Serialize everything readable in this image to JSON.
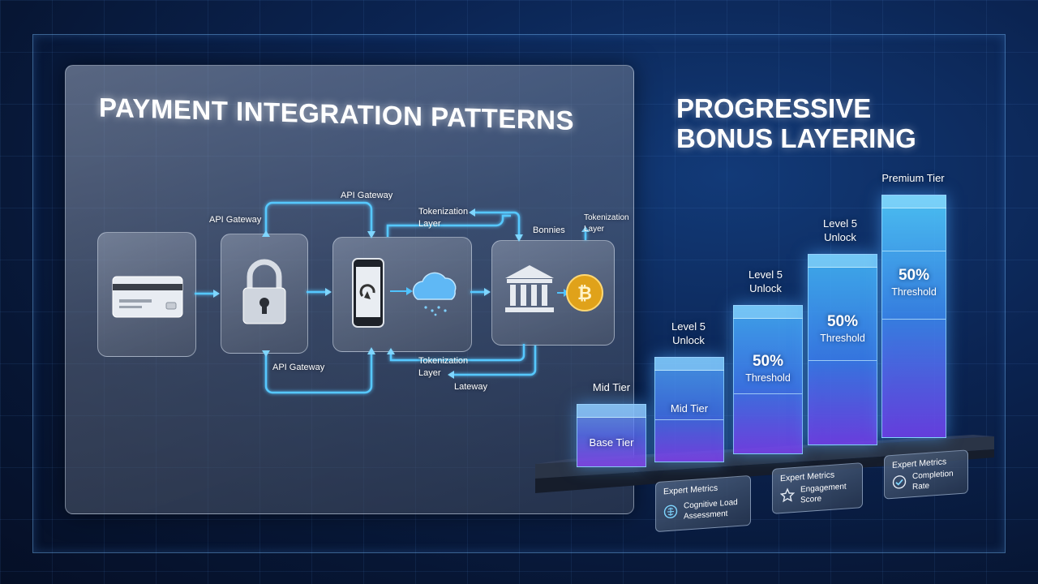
{
  "left_panel": {
    "title": "PAYMENT INTEGRATION PATTERNS",
    "labels": {
      "api_gateway_top": "API Gateway",
      "api_gateway_left": "API Gateway",
      "tokenization_top": "Tokenization\nLayer",
      "bonuses": "Bonnies",
      "tokenization_right": "Tokenization\nLayer",
      "api_gateway_bottom": "API Gateway",
      "tokenization_bottom": "Tokenization\nLayer",
      "lateway": "Lateway"
    },
    "icons": [
      "credit-card-icon",
      "padlock-icon",
      "smartphone-icon",
      "cloud-icon",
      "bank-icon",
      "bitcoin-icon"
    ]
  },
  "right_panel": {
    "title_line1": "PROGRESSIVE",
    "title_line2": "BONUS LAYERING",
    "tiers": [
      {
        "label": "Mid Tier",
        "inner": "Base Tier"
      },
      {
        "label": "Level 5\nUnlock",
        "inner": "Mid Tier"
      },
      {
        "label": "Level 5\nUnlock",
        "pct": "50%",
        "sub": "Threshold"
      },
      {
        "label": "Level 5\nUnlock",
        "pct": "50%",
        "sub": "Threshold"
      },
      {
        "label": "Premium Tier",
        "pct": "50%",
        "sub": "Threshold"
      }
    ],
    "metrics": [
      {
        "head": "Expert Metrics",
        "text": "Cognitive Load\nAssessment",
        "icon": "brain-icon"
      },
      {
        "head": "Expert Metrics",
        "text": "Engagement\nScore",
        "icon": "star-icon"
      },
      {
        "head": "Expert Metrics",
        "text": "Completion\nRate",
        "icon": "check-circle-icon"
      }
    ]
  },
  "colors": {
    "accent_cyan": "#4fc3ff",
    "bar_blue": "#3f8ef5",
    "bar_purple": "#7b4df0",
    "background": "#0b2452"
  }
}
